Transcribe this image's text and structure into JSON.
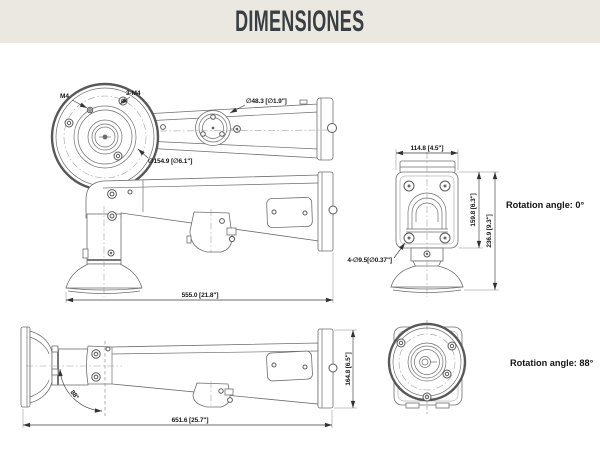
{
  "header": {
    "title": "DIMENSIONES"
  },
  "colors": {
    "header_bg": "#EBE7E1",
    "title_text": "#3A3F44",
    "line": "#6E6E6E"
  },
  "front_view": {
    "label_m4": "M4",
    "label_3m4": "3-M4",
    "label_dia154": "∅154.9 [∅6.1\"]"
  },
  "top_view": {
    "label_dia48": "∅48.3 [∅1.9\"]"
  },
  "mount_view": {
    "dim_width": "114.8 [4.5\"]",
    "dim_inner_height": "159.8 [6.3\"]",
    "dim_outer_height": "236.9 [9.3\"]",
    "label_holes": "4-∅9.5[∅0.37\"]",
    "note_rotation": "Rotation angle: 0°"
  },
  "side_view_0": {
    "dim_length": "555.0 [21.8\"]"
  },
  "side_view_88": {
    "dim_length": "651.6 [25.7\"]",
    "dim_height": "164.8 [6.5\"]",
    "label_angle": "88°"
  },
  "rear_view": {
    "note_rotation": "Rotation angle: 88°"
  }
}
